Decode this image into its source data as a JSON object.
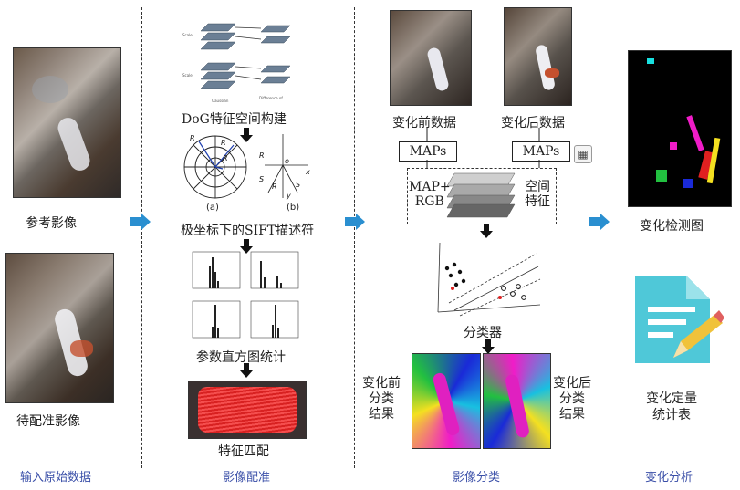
{
  "col1": {
    "ref_label": "参考影像",
    "target_label": "待配准影像",
    "stage": "输入原始数据"
  },
  "col2": {
    "dog_label": "DoG特征空间构建",
    "sift_label": "极坐标下的SIFT描述符",
    "hist_label": "参数直方图统计",
    "match_label": "特征匹配",
    "stage": "影像配准",
    "sub_a": "(a)",
    "sub_b": "(b)"
  },
  "col3": {
    "before_label": "变化前数据",
    "after_label": "变化后数据",
    "maps_left": "MAPs",
    "maps_right": "MAPs",
    "map_rgb_line1": "MAP+",
    "map_rgb_line2": "RGB",
    "spatial_line1": "空间",
    "spatial_line2": "特征",
    "classifier_label": "分类器",
    "before_result_lines": [
      "变化前",
      "分类",
      "结果"
    ],
    "after_result_lines": [
      "变化后",
      "分类",
      "结果"
    ],
    "stage": "影像分类"
  },
  "col4": {
    "detect_label": "变化检测图",
    "quant_lines": [
      "变化定量",
      "统计表"
    ],
    "stage": "变化分析"
  },
  "colors": {
    "stage_text": "#3a4fa8",
    "arrow_blue": "#2a8fd0",
    "doc_icon": "#4fc8d8",
    "pencil": "#f0c23a",
    "match_red": "#e02020"
  },
  "icons": [
    "flow-arrow-icon",
    "down-arrow-icon",
    "document-icon",
    "pencil-icon",
    "screenshot-icon"
  ]
}
